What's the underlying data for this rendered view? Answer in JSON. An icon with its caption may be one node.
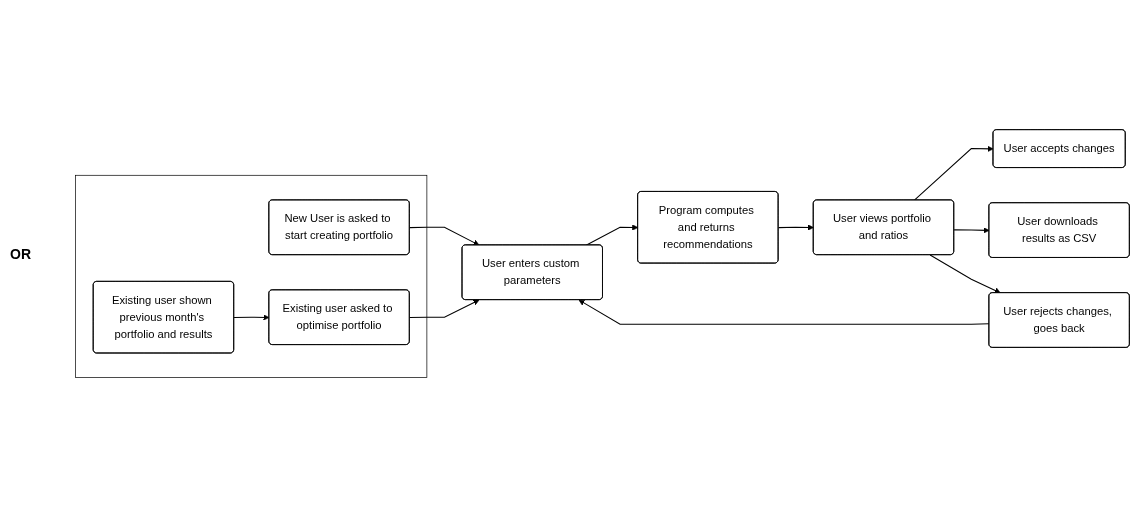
{
  "diagram": {
    "nodes": [
      {
        "text": [],
        "shape": "box"
      },
      {
        "text": [
          "New User is asked to start creating portfolio"
        ],
        "in": 0
      },
      {
        "text": [
          "Existing user shown previous month's portfolio and results"
        ],
        "in": 0
      },
      {
        "text": [
          "Existing user asked to optimise portfolio"
        ],
        "in": 0
      },
      {
        "text": [
          "User enters custom parameters"
        ]
      },
      {
        "text": [
          "Program computes and returns recommendations"
        ]
      },
      {
        "text": [
          "User views portfolio and ratios"
        ]
      },
      {
        "text": [
          "User accepts changes"
        ]
      },
      {
        "text": [
          "User downloads results as CSV"
        ]
      },
      {
        "text": [
          "User rejects changes, goes back"
        ]
      }
    ],
    "edges": [
      {
        "from": 1,
        "to": 4,
        "arrow": "to"
      },
      {
        "from": 2,
        "to": 3,
        "arrow": "to"
      },
      {
        "from": 3,
        "to": 4,
        "arrow": "to"
      },
      {
        "from": 4,
        "to": 5,
        "arrow": "to"
      },
      {
        "from": 5,
        "to": 6,
        "arrow": "to"
      },
      {
        "from": 6,
        "to": 7,
        "arrow": "to"
      },
      {
        "from": 6,
        "to": 8,
        "arrow": "to"
      },
      {
        "from": 6,
        "to": 9,
        "arrow": "to"
      },
      {
        "from": 9,
        "to": 4,
        "arrow": "to"
      }
    ],
    "labels": [
      "OR"
    ]
  }
}
